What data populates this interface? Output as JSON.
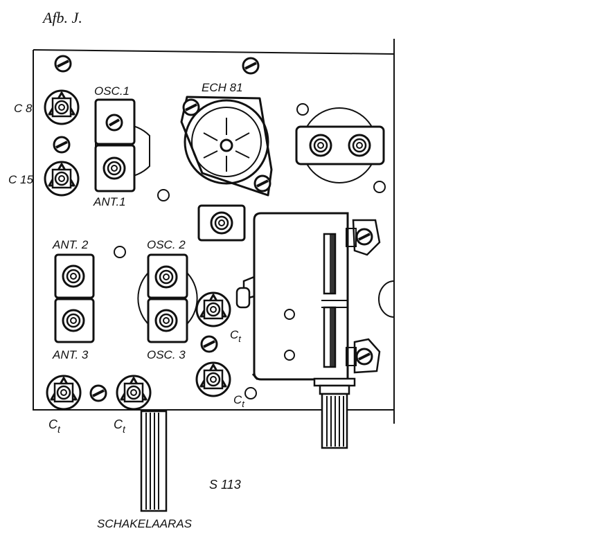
{
  "figure": {
    "caption": "Afb. J.",
    "code": "S 113",
    "shaft_label": "SCHAKELAARAS",
    "colors": {
      "ink": "#111111",
      "paper": "#ffffff"
    }
  },
  "labels": {
    "c8": "C 8",
    "c15": "C 15",
    "osc1": "OSC.1",
    "ant1": "ANT.1",
    "ech81": "ECH 81",
    "ant2": "ANT. 2",
    "osc2": "OSC. 2",
    "ant3": "ANT. 3",
    "osc3": "OSC. 3",
    "ct": "C",
    "ct_sub": "t"
  }
}
